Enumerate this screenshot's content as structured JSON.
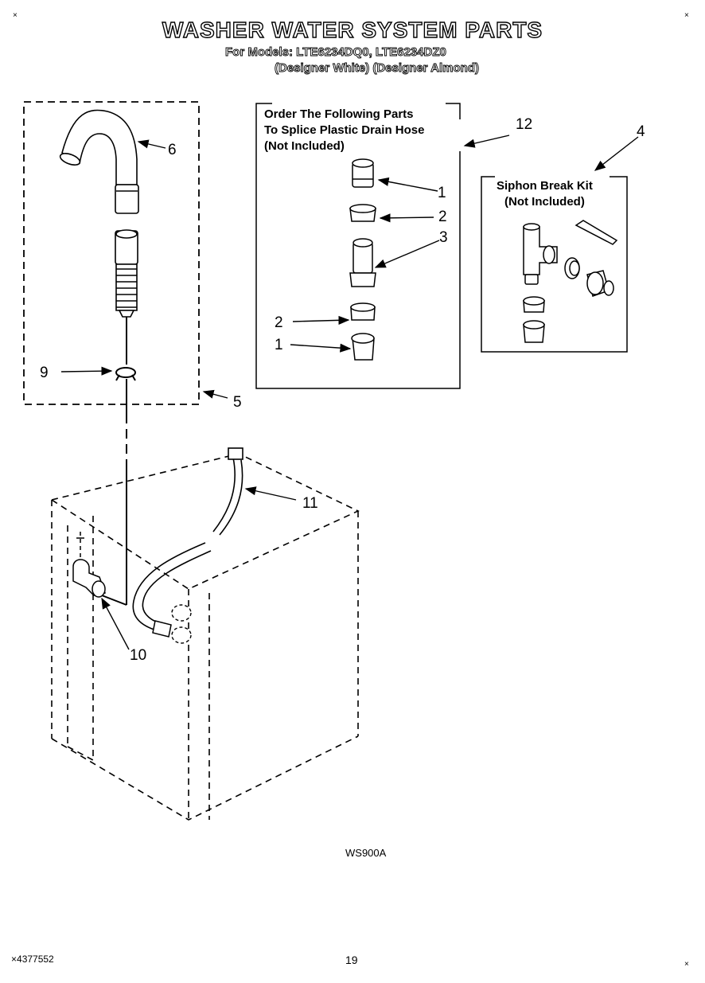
{
  "header": {
    "title": "WASHER WATER SYSTEM PARTS",
    "models_line": "For Models: LTE6234DQ0, LTE6234DZ0",
    "designer_line": "(Designer White) (Designer Almond)"
  },
  "splice_box": {
    "line1": "Order The Following Parts",
    "line2": "To Splice Plastic Drain Hose",
    "line3": "(Not Included)"
  },
  "siphon_box": {
    "line1": "Siphon Break Kit",
    "line2": "(Not Included)"
  },
  "callouts": {
    "c12": "12",
    "c4": "4",
    "c6": "6",
    "c1a": "1",
    "c2a": "2",
    "c3": "3",
    "c2b": "2",
    "c1b": "1",
    "c9": "9",
    "c5": "5",
    "c11": "11",
    "c10": "10"
  },
  "figure_code": "WS900A",
  "footer": {
    "part_number": "4377552",
    "page_number": "19"
  },
  "corner_marks": {
    "top_left": "×",
    "top_right": "×",
    "bottom_left": "×",
    "bottom_right": "×"
  }
}
